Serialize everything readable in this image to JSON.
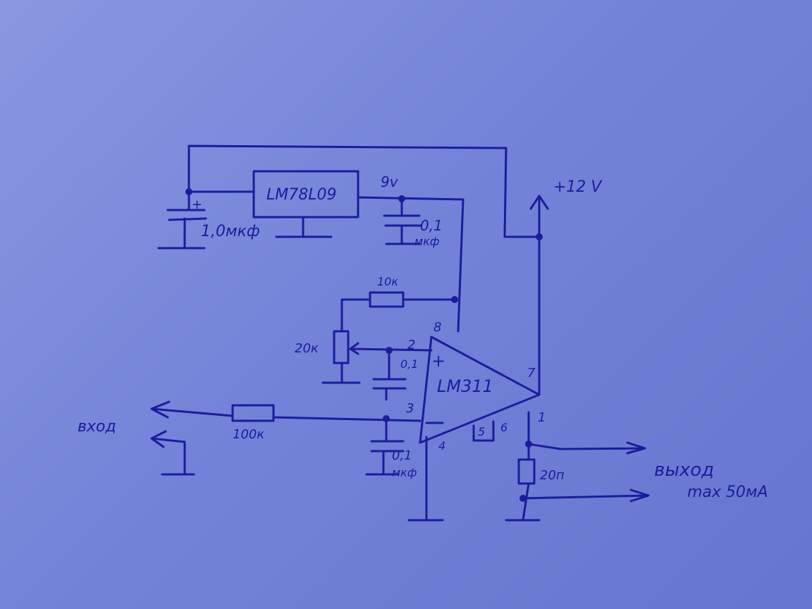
{
  "regulator": {
    "label": "LM78L09",
    "out_voltage": "9v"
  },
  "supply": {
    "label": "+12 V"
  },
  "c1": {
    "label": "1,0мкф",
    "plus": "+"
  },
  "c2": {
    "value": "0,1",
    "unit": "мкф"
  },
  "r_feedback": {
    "label": "10к"
  },
  "pot": {
    "label": "20к"
  },
  "c3": {
    "label": "0,1"
  },
  "comparator": {
    "label": "LM311",
    "plus": "+",
    "pins": {
      "p8": "8",
      "p2": "2",
      "p3": "3",
      "p7": "7",
      "p1": "1",
      "p4": "4",
      "p5": "5",
      "p6": "6"
    }
  },
  "r_input": {
    "label": "100к"
  },
  "c4": {
    "value": "0,1",
    "unit": "мкф"
  },
  "r_load": {
    "label": "20п"
  },
  "input": {
    "label": "вход"
  },
  "output": {
    "label": "выход",
    "note": "max 50мА"
  }
}
